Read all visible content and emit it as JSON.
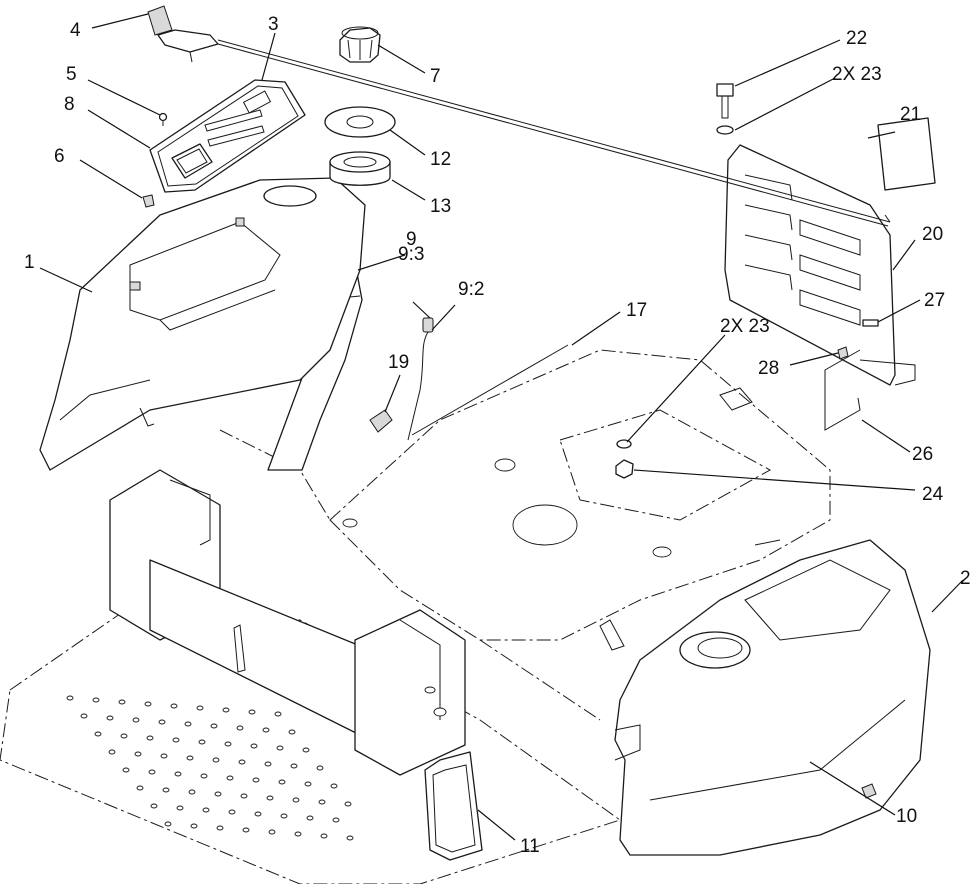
{
  "callouts": [
    {
      "id": "c1",
      "text": "1"
    },
    {
      "id": "c2",
      "text": "2"
    },
    {
      "id": "c3",
      "text": "3"
    },
    {
      "id": "c4",
      "text": "4"
    },
    {
      "id": "c5",
      "text": "5"
    },
    {
      "id": "c6",
      "text": "6"
    },
    {
      "id": "c7",
      "text": "7"
    },
    {
      "id": "c8",
      "text": "8"
    },
    {
      "id": "c9",
      "text": "9"
    },
    {
      "id": "c93",
      "text": "9:3"
    },
    {
      "id": "c92",
      "text": "9:2"
    },
    {
      "id": "c10",
      "text": "10"
    },
    {
      "id": "c11",
      "text": "11"
    },
    {
      "id": "c12",
      "text": "12"
    },
    {
      "id": "c13",
      "text": "13"
    },
    {
      "id": "c17",
      "text": "17"
    },
    {
      "id": "c19",
      "text": "19"
    },
    {
      "id": "c20",
      "text": "20"
    },
    {
      "id": "c21",
      "text": "21"
    },
    {
      "id": "c22",
      "text": "22"
    },
    {
      "id": "c23a",
      "text": "2X  23"
    },
    {
      "id": "c23b",
      "text": "2X  23"
    },
    {
      "id": "c24",
      "text": "24"
    },
    {
      "id": "c26",
      "text": "26"
    },
    {
      "id": "c27",
      "text": "27"
    },
    {
      "id": "c28",
      "text": "28"
    }
  ]
}
